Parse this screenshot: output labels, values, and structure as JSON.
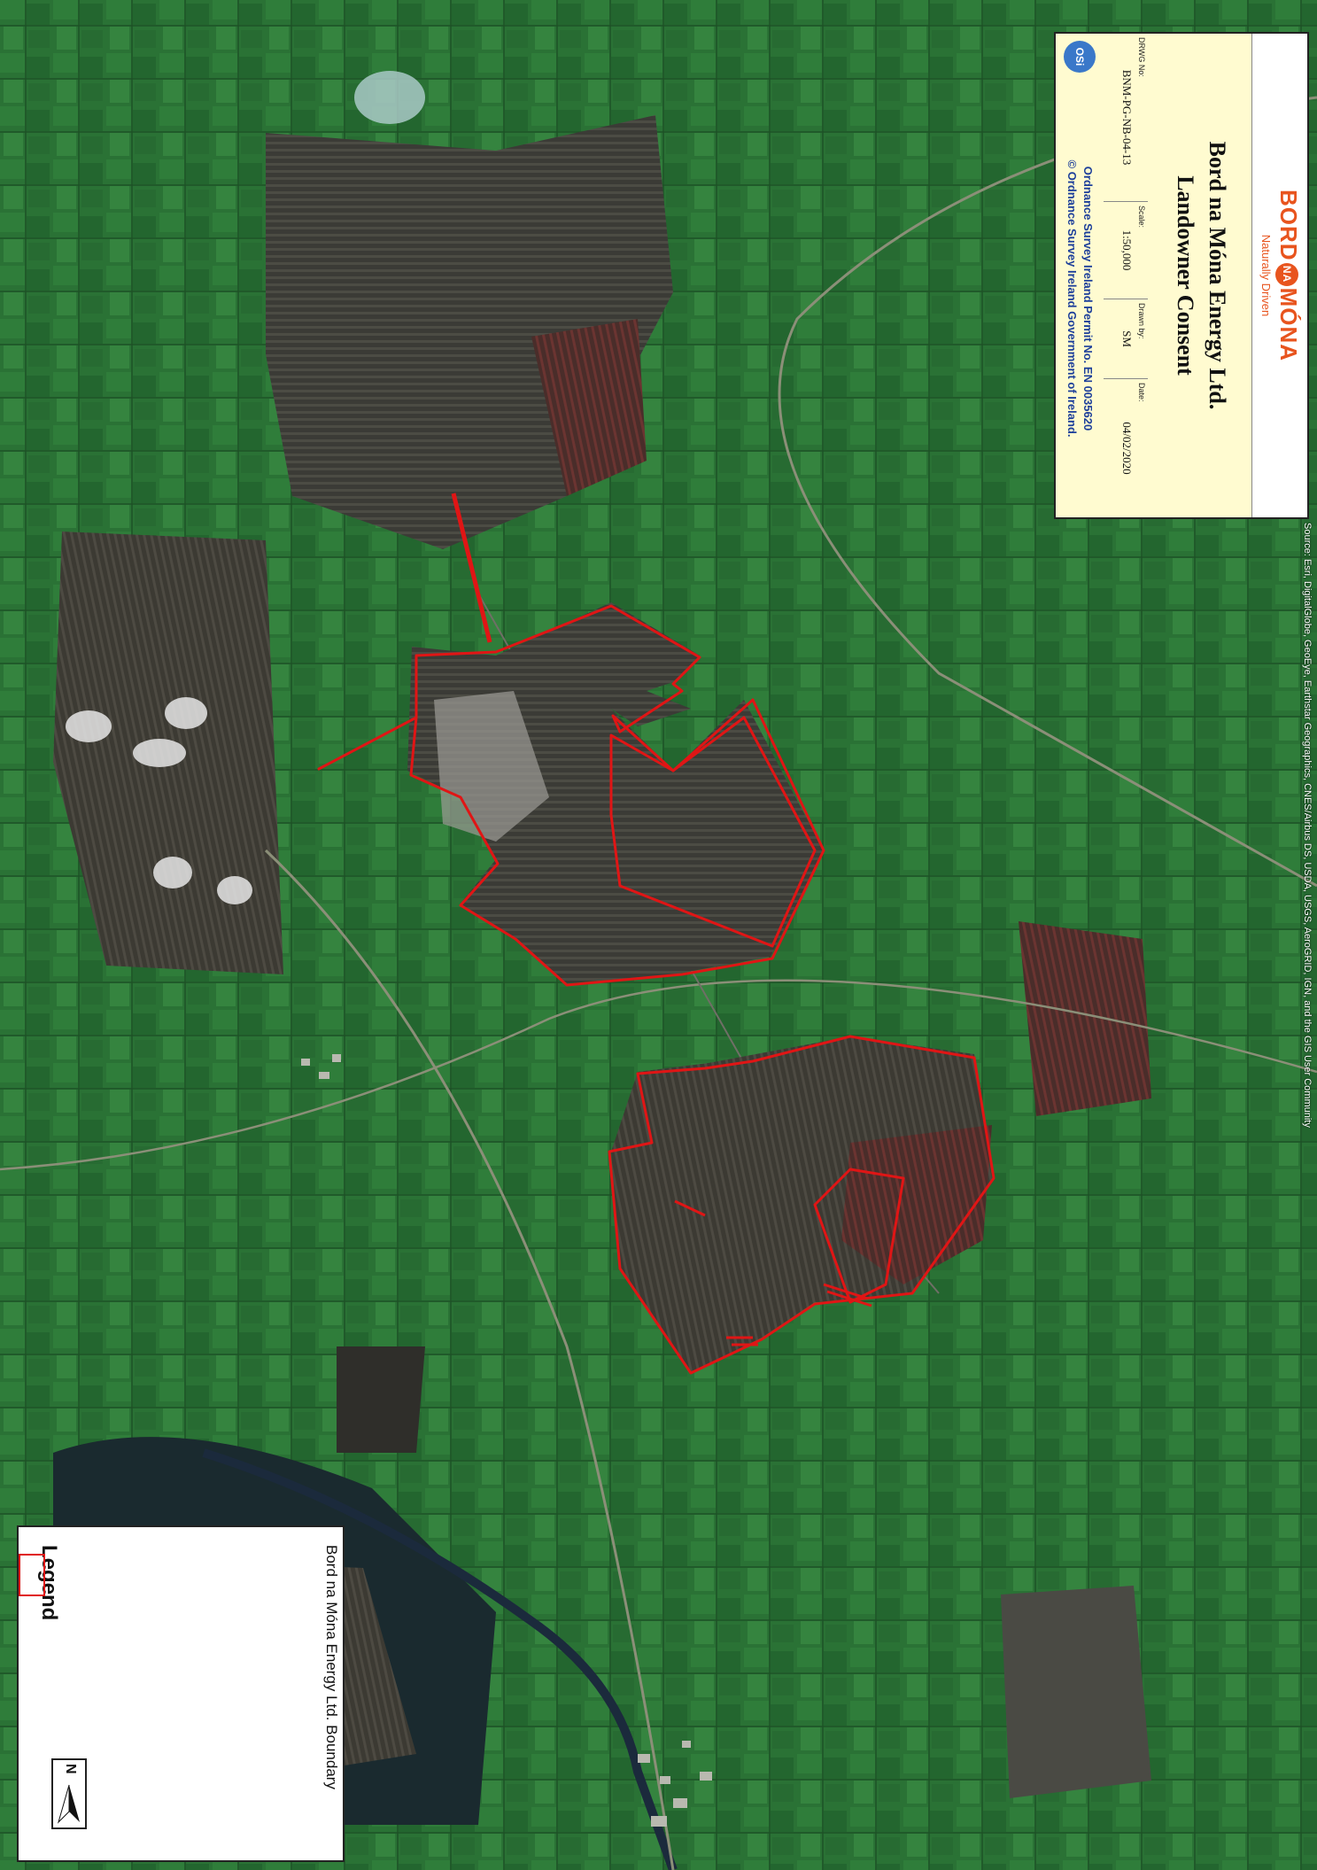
{
  "title_block": {
    "logo_brand_left": "BORD",
    "logo_brand_mid": "NA",
    "logo_brand_right": "MÓNA",
    "logo_tagline": "Naturally Driven",
    "title_line1": "Bord na Móna Energy Ltd.",
    "title_line2": "Landowner Consent",
    "drwg_label": "DRWG No:",
    "drwg_value": "BNM-PG-NB-04-13",
    "scale_label": "Scale:",
    "scale_value": "1:50,000",
    "drawn_label": "Drawn by:",
    "drawn_value": "SM",
    "date_label": "Date:",
    "date_value": "04/02/2020",
    "os_logo": "OSi",
    "os_line1": "Ordnance Survey Ireland Permit No. EN 0035620",
    "os_line2": "© Ordnance Survey Ireland Government of Ireland."
  },
  "source_text": "Source: Esri, DigitalGlobe, GeoEye, Earthstar Geographics, CNES/Airbus DS, USDA, USGS, AeroGRID, IGN, and the GIS User Community",
  "legend": {
    "title": "Legend",
    "entry": "Bord na Móna Energy Ltd. Boundary"
  },
  "north": {
    "label": "N"
  },
  "colors": {
    "boundary": "#e01515",
    "field_green": "#2f7a3a",
    "bog_dark": "#3a3830",
    "bog_red": "#6a2a28",
    "water": "#1c2a40"
  }
}
